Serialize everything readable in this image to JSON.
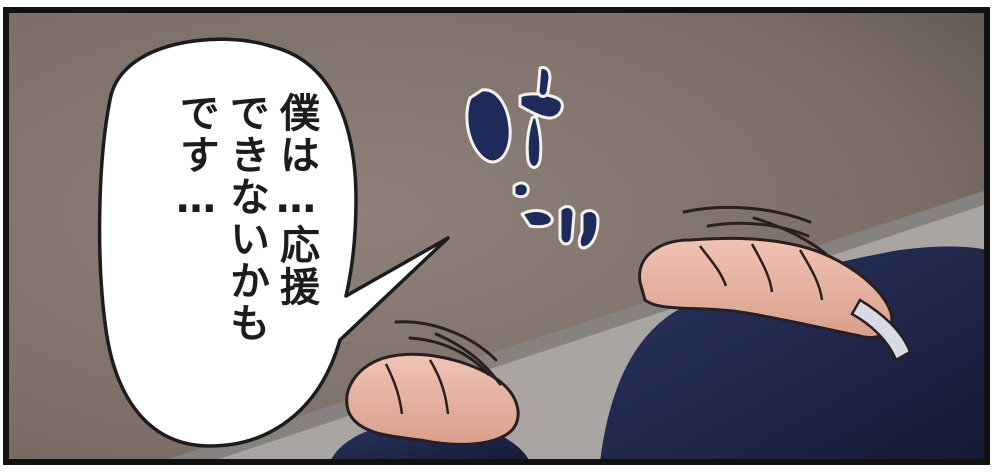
{
  "speech_bubble": {
    "lines": [
      "僕は…応援",
      "できないかも",
      "です…"
    ]
  },
  "sound_effect": {
    "text": "ドンッ"
  },
  "colors": {
    "wall": "#857870",
    "wall_dark": "#5f5550",
    "floor": "#a9a6a3",
    "suit": "#1f2547",
    "skin": "#e7b3a4",
    "sfx_ink": "#1f2a5c"
  }
}
